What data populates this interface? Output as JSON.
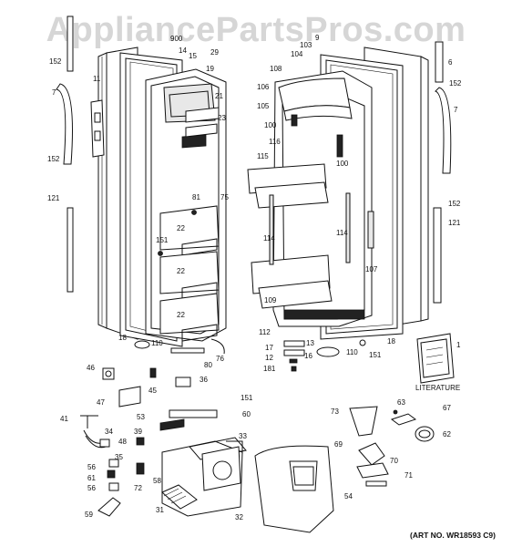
{
  "watermark": "AppliancePartsPros.com",
  "footer": "(ART NO. WR18593 C9)",
  "literature_label": "LITERATURE",
  "callouts": [
    {
      "id": "c900",
      "text": "900"
    },
    {
      "id": "c14",
      "text": "14"
    },
    {
      "id": "c15",
      "text": "15"
    },
    {
      "id": "c19",
      "text": "19"
    },
    {
      "id": "c29",
      "text": "29"
    },
    {
      "id": "c9",
      "text": "9"
    },
    {
      "id": "c103",
      "text": "103"
    },
    {
      "id": "c104",
      "text": "104"
    },
    {
      "id": "c108",
      "text": "108"
    },
    {
      "id": "c106",
      "text": "106"
    },
    {
      "id": "c105",
      "text": "105"
    },
    {
      "id": "c152a",
      "text": "152"
    },
    {
      "id": "c7a",
      "text": "7"
    },
    {
      "id": "c11",
      "text": "11"
    },
    {
      "id": "c152b",
      "text": "152"
    },
    {
      "id": "c121a",
      "text": "121"
    },
    {
      "id": "c21",
      "text": "21"
    },
    {
      "id": "c23",
      "text": "23"
    },
    {
      "id": "c81",
      "text": "81"
    },
    {
      "id": "c75",
      "text": "75"
    },
    {
      "id": "c22a",
      "text": "22"
    },
    {
      "id": "c22b",
      "text": "22"
    },
    {
      "id": "c22c",
      "text": "22"
    },
    {
      "id": "c151a",
      "text": "151"
    },
    {
      "id": "c100a",
      "text": "100"
    },
    {
      "id": "c116",
      "text": "116"
    },
    {
      "id": "c115",
      "text": "115"
    },
    {
      "id": "c100b",
      "text": "100"
    },
    {
      "id": "c114a",
      "text": "114"
    },
    {
      "id": "c114b",
      "text": "114"
    },
    {
      "id": "c107",
      "text": "107"
    },
    {
      "id": "c109",
      "text": "109"
    },
    {
      "id": "c112",
      "text": "112"
    },
    {
      "id": "c6",
      "text": "6"
    },
    {
      "id": "c152c",
      "text": "152"
    },
    {
      "id": "c7b",
      "text": "7"
    },
    {
      "id": "c152d",
      "text": "152"
    },
    {
      "id": "c121b",
      "text": "121"
    },
    {
      "id": "c18a",
      "text": "18"
    },
    {
      "id": "c110a",
      "text": "110"
    },
    {
      "id": "c80",
      "text": "80"
    },
    {
      "id": "c76",
      "text": "76"
    },
    {
      "id": "c13",
      "text": "13"
    },
    {
      "id": "c17",
      "text": "17"
    },
    {
      "id": "c16",
      "text": "16"
    },
    {
      "id": "c12",
      "text": "12"
    },
    {
      "id": "c181",
      "text": "181"
    },
    {
      "id": "c110b",
      "text": "110"
    },
    {
      "id": "c151b",
      "text": "151"
    },
    {
      "id": "c18b",
      "text": "18"
    },
    {
      "id": "c1",
      "text": "1"
    },
    {
      "id": "c46",
      "text": "46"
    },
    {
      "id": "c45",
      "text": "45"
    },
    {
      "id": "c36",
      "text": "36"
    },
    {
      "id": "c47",
      "text": "47"
    },
    {
      "id": "c151c",
      "text": "151"
    },
    {
      "id": "c53",
      "text": "53"
    },
    {
      "id": "c60",
      "text": "60"
    },
    {
      "id": "c41",
      "text": "41"
    },
    {
      "id": "c34",
      "text": "34"
    },
    {
      "id": "c39",
      "text": "39"
    },
    {
      "id": "c33",
      "text": "33"
    },
    {
      "id": "c48",
      "text": "48"
    },
    {
      "id": "c35",
      "text": "35"
    },
    {
      "id": "c56a",
      "text": "56"
    },
    {
      "id": "c61",
      "text": "61"
    },
    {
      "id": "c56b",
      "text": "56"
    },
    {
      "id": "c72",
      "text": "72"
    },
    {
      "id": "c58",
      "text": "58"
    },
    {
      "id": "c31",
      "text": "31"
    },
    {
      "id": "c59",
      "text": "59"
    },
    {
      "id": "c32",
      "text": "32"
    },
    {
      "id": "c54",
      "text": "54"
    },
    {
      "id": "c73",
      "text": "73"
    },
    {
      "id": "c63",
      "text": "63"
    },
    {
      "id": "c67",
      "text": "67"
    },
    {
      "id": "c62",
      "text": "62"
    },
    {
      "id": "c69",
      "text": "69"
    },
    {
      "id": "c70",
      "text": "70"
    },
    {
      "id": "c71",
      "text": "71"
    }
  ]
}
